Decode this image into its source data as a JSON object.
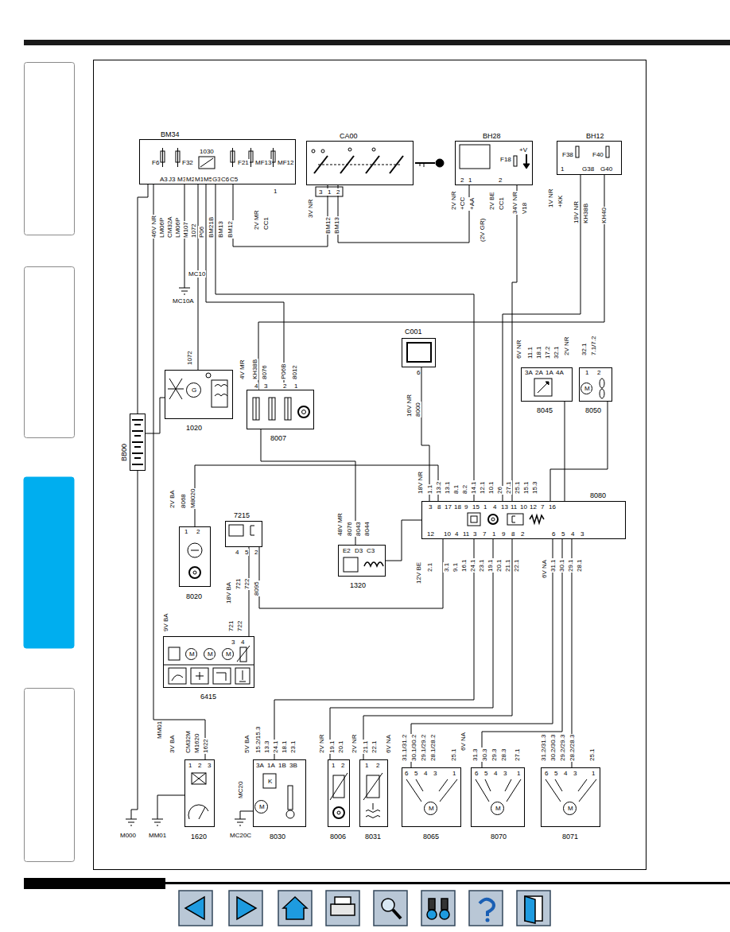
{
  "diagram": {
    "nodes": [
      {
        "text": [
          "BM34"
        ]
      },
      {
        "text": [
          "CA00"
        ]
      },
      {
        "text": [
          "BH28"
        ]
      },
      {
        "text": [
          "BH12"
        ]
      },
      {
        "text": [
          "C001"
        ]
      },
      {
        "text": [
          "1020"
        ]
      },
      {
        "text": [
          "8045"
        ]
      },
      {
        "text": [
          "8050"
        ]
      },
      {
        "text": [
          "8007"
        ]
      },
      {
        "text": [
          "BB00"
        ]
      },
      {
        "text": [
          "8080"
        ]
      },
      {
        "text": [
          "7215"
        ]
      },
      {
        "text": [
          "8020"
        ]
      },
      {
        "text": [
          "1320"
        ]
      },
      {
        "text": [
          "6415"
        ]
      },
      {
        "text": [
          "1620"
        ]
      },
      {
        "text": [
          "8030"
        ]
      },
      {
        "text": [
          "8006"
        ]
      },
      {
        "text": [
          "8031"
        ]
      },
      {
        "text": [
          "8065"
        ]
      },
      {
        "text": [
          "8070"
        ]
      },
      {
        "text": [
          "8071"
        ]
      }
    ],
    "edges": [
      {
        "from": 0,
        "to": 1,
        "arrow": "none"
      },
      {
        "from": 0,
        "to": 5,
        "arrow": "none"
      },
      {
        "from": 0,
        "to": 8,
        "arrow": "none"
      },
      {
        "from": 0,
        "to": 15,
        "arrow": "none"
      },
      {
        "from": 0,
        "to": 10,
        "arrow": "none"
      },
      {
        "from": 1,
        "to": 2,
        "arrow": "none"
      },
      {
        "from": 2,
        "to": 10,
        "arrow": "none"
      },
      {
        "from": 3,
        "to": 10,
        "arrow": "none"
      },
      {
        "from": 3,
        "to": 8,
        "arrow": "none"
      },
      {
        "from": 8,
        "to": 13,
        "arrow": "none"
      },
      {
        "from": 4,
        "to": 10,
        "arrow": "none"
      },
      {
        "from": 6,
        "to": 10,
        "arrow": "none"
      },
      {
        "from": 7,
        "to": 10,
        "arrow": "none"
      },
      {
        "from": 12,
        "to": 10,
        "arrow": "none"
      },
      {
        "from": 11,
        "to": 14,
        "arrow": "none"
      },
      {
        "from": 11,
        "to": 10,
        "arrow": "none"
      },
      {
        "from": 13,
        "to": 10,
        "arrow": "none"
      },
      {
        "from": 10,
        "to": 16,
        "arrow": "none"
      },
      {
        "from": 10,
        "to": 17,
        "arrow": "none"
      },
      {
        "from": 10,
        "to": 18,
        "arrow": "none"
      },
      {
        "from": 10,
        "to": 19,
        "arrow": "none"
      },
      {
        "from": 10,
        "to": 20,
        "arrow": "none"
      },
      {
        "from": 10,
        "to": 21,
        "arrow": "none"
      },
      {
        "from": 9,
        "to": 0,
        "arrow": "none"
      },
      {
        "from": 9,
        "to": 5,
        "arrow": "none"
      }
    ],
    "labels": [
      "F6",
      "F32",
      "1030",
      "F21",
      "MF13",
      "MF12",
      "A3",
      "J3",
      "M3",
      "M2",
      "M1",
      "M5",
      "G3",
      "C6",
      "C5",
      "46V NR",
      "LM06P",
      "CM32A",
      "LM06P",
      "M107",
      "1072",
      "P06",
      "BM21B",
      "BM13",
      "BM12",
      "2V MR",
      "CC1",
      "1",
      "3V NR",
      "3",
      "1",
      "2",
      "BM12",
      "BM13",
      "F18",
      "+V",
      "2",
      "1",
      "2",
      "2V NR",
      "+CC",
      "+AA",
      "(2V GR)",
      "2V BE",
      "CC1",
      "34V NR",
      "V18",
      "F38",
      "F40",
      "1",
      "G38",
      "G40",
      "1V NR",
      "+KK",
      "19V NR",
      "KH38B",
      "KH40",
      "MC10",
      "MC10A",
      "6",
      "16V NR",
      "8000",
      "1072",
      "G",
      "4V MR",
      "KH38B",
      "8076",
      "P06B",
      "8012",
      "4",
      "3",
      "2",
      "1",
      "6V NR",
      "11.1",
      "18.1",
      "17.2",
      "32.1",
      "3A",
      "2A",
      "1A",
      "4A",
      "2V NR",
      "32.1",
      "7.1/7.2",
      "1",
      "2",
      "3",
      "8",
      "17",
      "18",
      "9",
      "15",
      "1",
      "4",
      "13",
      "11",
      "10",
      "12",
      "7",
      "16",
      "18V NR",
      "1.1",
      "13.2",
      "13.1",
      "8.1",
      "8.2",
      "14.1",
      "12.1",
      "10.1",
      "26",
      "27.1",
      "25.1",
      "15.1",
      "15.3",
      "12",
      "10",
      "4",
      "11",
      "3",
      "7",
      "1",
      "9",
      "8",
      "2",
      "6",
      "5",
      "4",
      "3",
      "12V BE",
      "2.1",
      "3.1",
      "9.1",
      "16.1",
      "24.1",
      "23.1",
      "19.1",
      "20.1",
      "21.1",
      "22.1",
      "6V NA",
      "31.1",
      "30.1",
      "29.1",
      "28.1",
      "2V BA",
      "8068",
      "M8020",
      "1",
      "2",
      "4",
      "5",
      "2",
      "18V BA",
      "721",
      "722",
      "8095",
      "48V MR",
      "8076",
      "8043",
      "8044",
      "E2",
      "D3",
      "C3",
      "9V BA",
      "721",
      "722",
      "3",
      "4",
      "3V BA",
      "CM32M",
      "M1620",
      "1622",
      "1",
      "2",
      "3",
      "MM01",
      "M000",
      "MM01",
      "MC20",
      "MC20C",
      "5V BA",
      "15.2/15.3",
      "13.3",
      "24.1",
      "18.1",
      "23.1",
      "3A",
      "1A",
      "1B",
      "3B",
      "2V NR",
      "19.1",
      "20.1",
      "1",
      "2",
      "2V NR",
      "21.1",
      "22.1",
      "6V NA",
      "1",
      "2",
      "31.1/31.2",
      "30.1/30.2",
      "29.1/29.2",
      "28.1/28.2",
      "25.1",
      "6",
      "5",
      "4",
      "3",
      "1",
      "6V NA",
      "31.3",
      "30.3",
      "29.3",
      "28.3",
      "27.1",
      "6",
      "5",
      "4",
      "3",
      "1",
      "31.2/31.3",
      "30.2/30.3",
      "29.2/29.3",
      "28.2/28.3",
      "25.1",
      "6",
      "5",
      "4",
      "3",
      "1",
      "M",
      "M",
      "M",
      "M",
      "M",
      "M",
      "M",
      "M",
      "K"
    ]
  }
}
